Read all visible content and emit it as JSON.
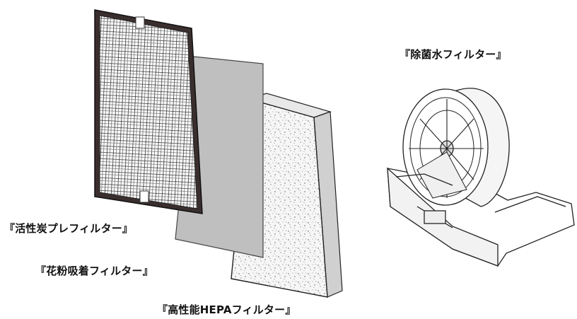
{
  "labels": {
    "sterilized_water_filter": "『除菌水フィルター』",
    "activated_carbon_prefilter": "『活性炭プレフィルター』",
    "pollen_adsorption_filter": "『花粉吸着フィルター』",
    "hepa_filter": "『高性能HEPAフィルター』"
  },
  "colors": {
    "line": "#222222",
    "gray_sheet": "#bfbfbf",
    "hepa_face": "#f6f6f6",
    "background": "#ffffff"
  }
}
